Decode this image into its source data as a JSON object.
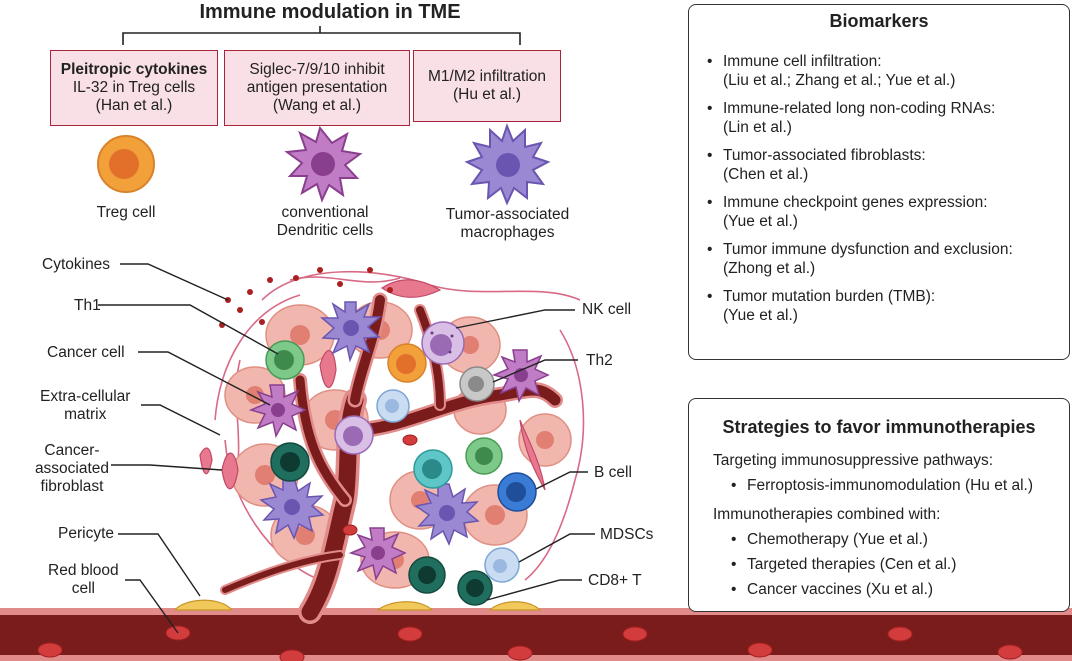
{
  "modulation": {
    "title": "Immune modulation in TME",
    "boxes": [
      {
        "bold": "Pleitropic cytokines",
        "lines": [
          "IL-32 in Treg cells",
          "(Han et al.)"
        ]
      },
      {
        "bold": "",
        "lines": [
          "Siglec-7/9/10 inhibit",
          "antigen presentation",
          "(Wang et al.)"
        ]
      },
      {
        "bold": "",
        "lines": [
          "M1/M2 infiltration",
          "(Hu et al.)"
        ]
      }
    ],
    "cells": [
      {
        "lines": [
          "Treg cell"
        ]
      },
      {
        "lines": [
          "conventional",
          "Dendritic cells"
        ]
      },
      {
        "lines": [
          "Tumor-associated",
          "macrophages"
        ]
      }
    ]
  },
  "left_labels": [
    {
      "lines": [
        "Cytokines"
      ]
    },
    {
      "lines": [
        "Th1"
      ]
    },
    {
      "lines": [
        "Cancer cell"
      ]
    },
    {
      "lines": [
        "Extra-cellular",
        "matrix"
      ]
    },
    {
      "lines": [
        "Cancer-",
        "associated",
        "fibroblast"
      ]
    },
    {
      "lines": [
        "Pericyte"
      ]
    },
    {
      "lines": [
        "Red blood",
        "cell"
      ]
    }
  ],
  "right_labels": [
    {
      "lines": [
        "NK cell"
      ]
    },
    {
      "lines": [
        "Th2"
      ]
    },
    {
      "lines": [
        "B cell"
      ]
    },
    {
      "lines": [
        "MDSCs"
      ]
    },
    {
      "lines": [
        "CD8+ T"
      ]
    }
  ],
  "biomarkers": {
    "title": "Biomarkers",
    "items": [
      {
        "line1": "Immune cell infiltration:",
        "line2": "(Liu et al.; Zhang et al.; Yue et al.)"
      },
      {
        "line1": "Immune-related long non-coding RNAs:",
        "line2": "(Lin et al.)"
      },
      {
        "line1": "Tumor-associated fibroblasts:",
        "line2": "(Chen et al.)"
      },
      {
        "line1": "Immune checkpoint genes expression:",
        "line2": "(Yue et al.)"
      },
      {
        "line1": "Tumor immune dysfunction and exclusion:",
        "line2": "(Zhong et al.)"
      },
      {
        "line1": "Tumor mutation burden (TMB):",
        "line2": "(Yue et al.)"
      }
    ]
  },
  "strategies": {
    "title": "Strategies to favor immunotherapies",
    "group1_head": "Targeting immunosuppressive pathways:",
    "group1_items": [
      "Ferroptosis-immunomodulation (Hu et al.)"
    ],
    "group2_head": "Immunotherapies combined with:",
    "group2_items": [
      "Chemotherapy (Yue et al.)",
      "Targeted therapies (Cen et al.)",
      "Cancer vaccines (Xu et al.)"
    ]
  },
  "colors": {
    "box_fill": "#f8e0e6",
    "box_border": "#a8243c",
    "vessel": "#7a1c1c",
    "rbc": "#d23c3c",
    "treg": "#f2a13a",
    "dendritic": "#b05fb3",
    "macrophage": "#8a76c4",
    "th1": "#7cc98a",
    "cd8": "#1f6e5e",
    "bcell": "#3a7bd5",
    "nk": "#c9a9d8",
    "th2": "#b8b8b8",
    "mdsc": "#b9d3ef",
    "cancer": "#f1b7ae",
    "pericyte": "#f0c95a"
  }
}
